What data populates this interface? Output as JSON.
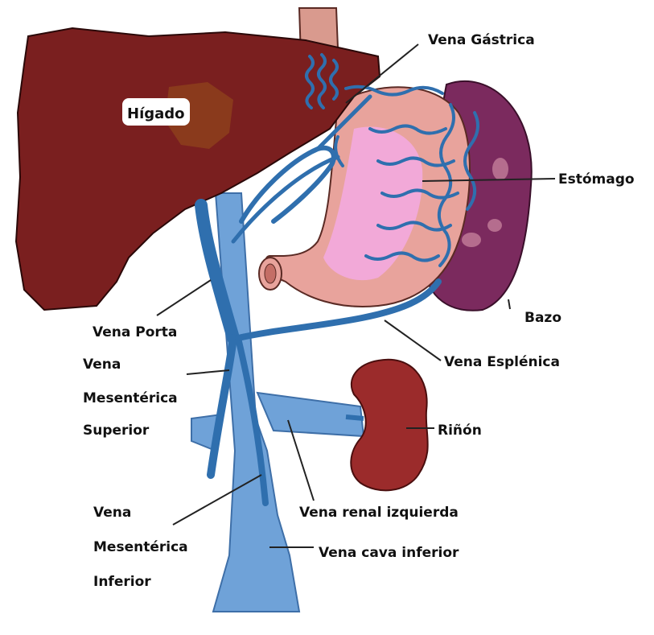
{
  "labels": {
    "liver": "Hígado",
    "gastric_vein": "Vena Gástrica",
    "stomach": "Estómago",
    "spleen": "Bazo",
    "portal_vein": "Vena Porta",
    "splenic_vein": "Vena Esplénica",
    "superior_mesenteric_1": "Vena",
    "superior_mesenteric_2": "Mesentérica",
    "superior_mesenteric_3": "Superior",
    "kidney": "Riñón",
    "left_renal_vein": "Vena renal izquierda",
    "inferior_mesenteric_1": "Vena",
    "inferior_mesenteric_2": "Mesentérica",
    "inferior_mesenteric_3": "Inferior",
    "inferior_vena_cava": "Vena cava inferior"
  },
  "colors": {
    "liver": "#7a1f1f",
    "liver_highlight": "#8a3a1c",
    "stomach": "#e8a39c",
    "stomach_pink": "#f2a9d8",
    "spleen": "#7b2a5e",
    "kidney": "#9b2b2b",
    "vein_dark": "#2f6fae",
    "vein_light": "#6fa2d8",
    "esophagus": "#d99a8e"
  }
}
